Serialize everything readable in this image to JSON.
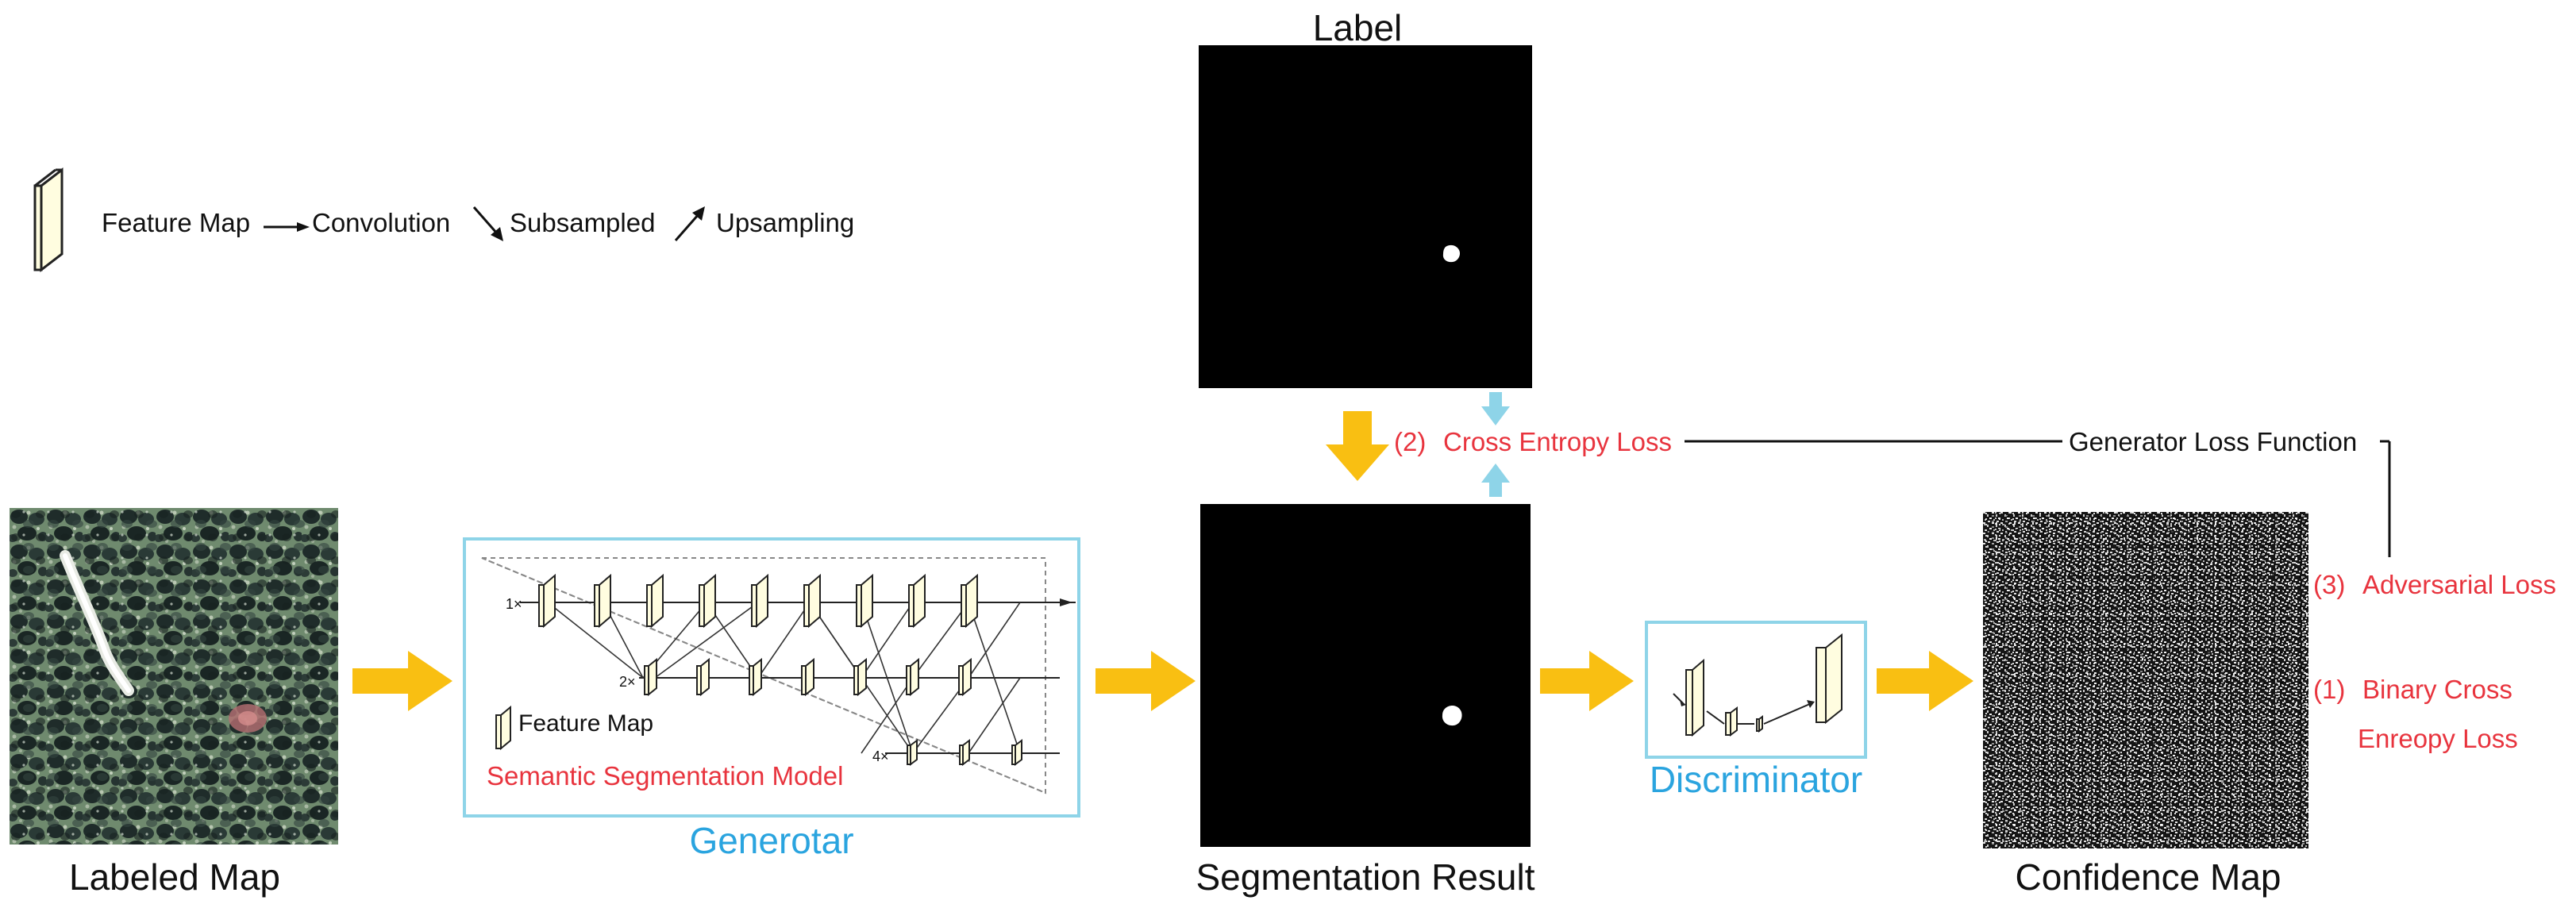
{
  "legend": {
    "feature_map": "Feature Map",
    "convolution": "Convolution",
    "subsampled": "Subsampled",
    "upsampling": "Upsampling"
  },
  "captions": {
    "label": "Label",
    "labeled_map": "Labeled Map",
    "generator": "Generotar",
    "segmentation_result": "Segmentation Result",
    "discriminator": "Discriminator",
    "confidence_map": "Confidence Map"
  },
  "generator_box": {
    "feature_map": "Feature Map",
    "model_name": "Semantic Segmentation Model",
    "scales": [
      "1×",
      "2×",
      "4×"
    ]
  },
  "losses": {
    "cross_entropy_num": "(2)",
    "cross_entropy": "Cross Entropy Loss",
    "generator_loss_function": "Generator Loss Function",
    "adversarial_num": "(3)",
    "adversarial": "Adversarial Loss",
    "binary_num": "(1)",
    "binary_line1": "Binary Cross",
    "binary_line2": "Enreopy Loss"
  },
  "colors": {
    "flow_arrow": "#f9bf12",
    "feedback_arrow": "#8ed4e8",
    "box_border": "#8ed4e8",
    "loss_text": "#e8343e",
    "caption_blue": "#2aa4df",
    "feature_map_fill": "#fffde0"
  },
  "icons": [
    "feature-map-icon",
    "convolution-arrow-icon",
    "subsampled-arrow-icon",
    "upsampling-arrow-icon",
    "flow-arrow-icon",
    "feedback-arrow-icon"
  ]
}
